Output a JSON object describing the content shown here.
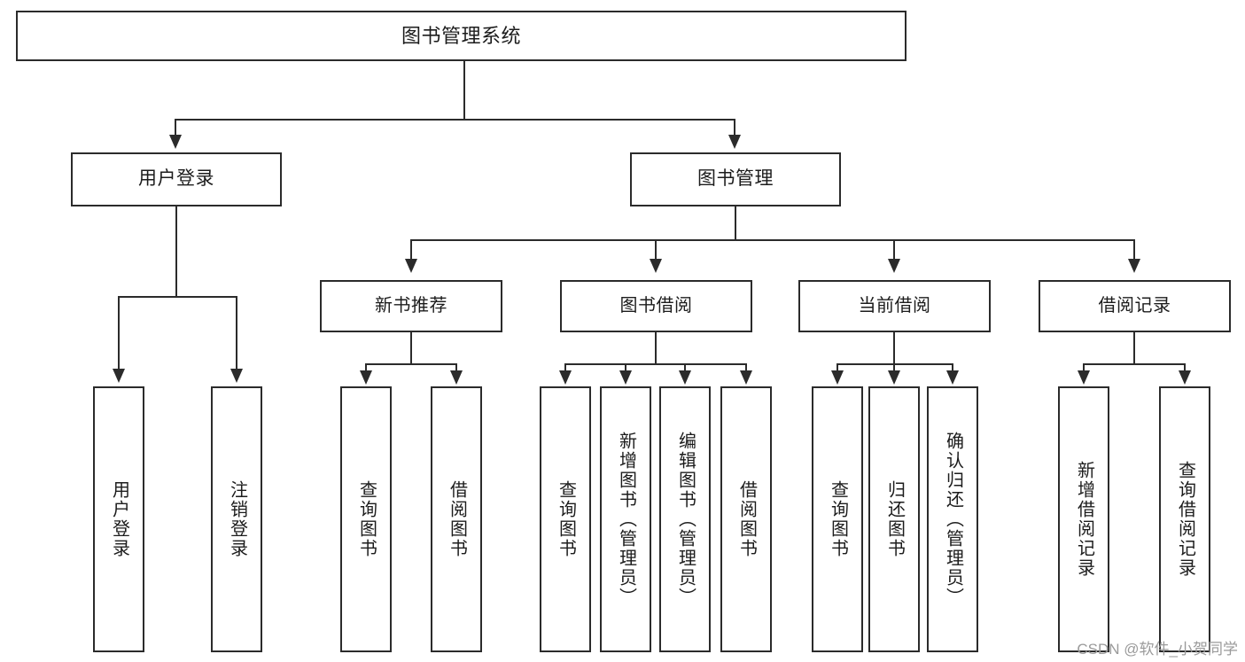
{
  "diagram": {
    "title": "图书管理系统",
    "type": "tree",
    "root": {
      "label": "图书管理系统"
    },
    "level1": [
      {
        "label": "用户登录"
      },
      {
        "label": "图书管理"
      }
    ],
    "level2": [
      {
        "label": "新书推荐"
      },
      {
        "label": "图书借阅"
      },
      {
        "label": "当前借阅"
      },
      {
        "label": "借阅记录"
      }
    ],
    "leaves": {
      "user_login": [
        {
          "label": "用户登录"
        },
        {
          "label": "注销登录"
        }
      ],
      "new_book_recommend": [
        {
          "label": "查询图书"
        },
        {
          "label": "借阅图书"
        }
      ],
      "book_borrow": [
        {
          "label": "查询图书"
        },
        {
          "label": "新增图书（管理员）"
        },
        {
          "label": "编辑图书（管理员）"
        },
        {
          "label": "借阅图书"
        }
      ],
      "current_borrow": [
        {
          "label": "查询图书"
        },
        {
          "label": "归还图书"
        },
        {
          "label": "确认归还（管理员）"
        }
      ],
      "borrow_record": [
        {
          "label": "新增借阅记录"
        },
        {
          "label": "查询借阅记录"
        }
      ]
    }
  },
  "watermark": {
    "text": "CSDN @软件_小贺同学"
  },
  "colors": {
    "stroke": "#2b2b2b",
    "text": "#1c1c1c",
    "background": "#ffffff",
    "watermark": "#9a9a9a"
  }
}
